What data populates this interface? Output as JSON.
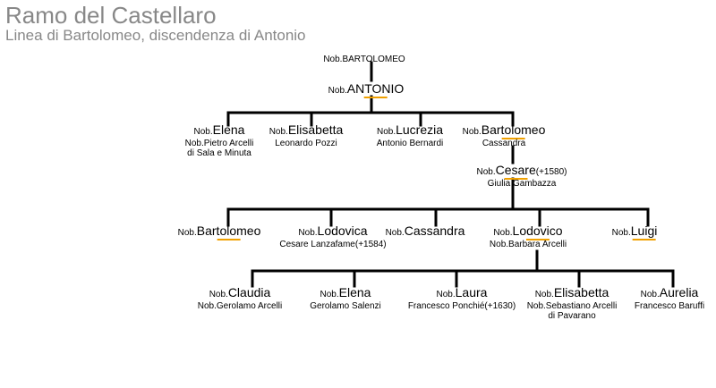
{
  "title": "Ramo del Castellaro",
  "subtitle": "Linea di Bartolomeo, discendenza di Antonio",
  "marker_color": "#f0a000",
  "line_color": "#000000",
  "nodes": [
    {
      "id": "bartolomeo-root",
      "prefix": "Nob.",
      "name": "BARTOLOMEO",
      "dates": "",
      "spouse": [],
      "has_descendants": false
    },
    {
      "id": "antonio",
      "prefix": "Nob.",
      "name": "ANTONIO",
      "dates": "",
      "spouse": [],
      "has_descendants": true
    },
    {
      "id": "elena-1",
      "prefix": "Nob.",
      "name": "Elena",
      "dates": "",
      "spouse": [
        "Nob.Pietro Arcelli",
        "di Sala e Minuta"
      ],
      "has_descendants": false
    },
    {
      "id": "elisabetta-1",
      "prefix": "Nob.",
      "name": "Elisabetta",
      "dates": "",
      "spouse": [
        "Leonardo Pozzi"
      ],
      "has_descendants": false
    },
    {
      "id": "lucrezia",
      "prefix": "Nob.",
      "name": "Lucrezia",
      "dates": "",
      "spouse": [
        "Antonio Bernardi"
      ],
      "has_descendants": false
    },
    {
      "id": "bartolomeo-2",
      "prefix": "Nob.",
      "name": "Bartolomeo",
      "dates": "",
      "spouse": [
        "Cassandra"
      ],
      "has_descendants": true
    },
    {
      "id": "cesare",
      "prefix": "Nob.",
      "name": "Cesare",
      "dates": "(+1580)",
      "spouse": [
        "Giulia Gambazza"
      ],
      "has_descendants": true
    },
    {
      "id": "bartolomeo-3",
      "prefix": "Nob.",
      "name": "Bartolomeo",
      "dates": "",
      "spouse": [],
      "has_descendants": true
    },
    {
      "id": "lodovica",
      "prefix": "Nob.",
      "name": "Lodovica",
      "dates": "",
      "spouse": [
        "Cesare Lanzafame(+1584)"
      ],
      "has_descendants": false
    },
    {
      "id": "cassandra",
      "prefix": "Nob.",
      "name": "Cassandra",
      "dates": "",
      "spouse": [],
      "has_descendants": false
    },
    {
      "id": "lodovico",
      "prefix": "Nob.",
      "name": "Lodovico",
      "dates": "",
      "spouse": [
        "Nob.Barbara Arcelli"
      ],
      "has_descendants": true
    },
    {
      "id": "luigi",
      "prefix": "Nob.",
      "name": "Luigi",
      "dates": "",
      "spouse": [],
      "has_descendants": true
    },
    {
      "id": "claudia",
      "prefix": "Nob.",
      "name": "Claudia",
      "dates": "",
      "spouse": [
        "Nob.Gerolamo Arcelli"
      ],
      "has_descendants": false
    },
    {
      "id": "elena-2",
      "prefix": "Nob.",
      "name": "Elena",
      "dates": "",
      "spouse": [
        "Gerolamo Salenzi"
      ],
      "has_descendants": false
    },
    {
      "id": "laura",
      "prefix": "Nob.",
      "name": "Laura",
      "dates": "",
      "spouse": [
        "Francesco Ponchié(+1630)"
      ],
      "has_descendants": false
    },
    {
      "id": "elisabetta-2",
      "prefix": "Nob.",
      "name": "Elisabetta",
      "dates": "",
      "spouse": [
        "Nob.Sebastiano Arcelli",
        "di Pavarano"
      ],
      "has_descendants": false
    },
    {
      "id": "aurelia",
      "prefix": "Nob.",
      "name": "Aurelia",
      "dates": "",
      "spouse": [
        "Francesco Baruffi"
      ],
      "has_descendants": false
    }
  ],
  "edges": [
    {
      "parent": "bartolomeo-root",
      "children": [
        "antonio"
      ]
    },
    {
      "parent": "antonio",
      "children": [
        "elena-1",
        "elisabetta-1",
        "lucrezia",
        "bartolomeo-2"
      ]
    },
    {
      "parent": "bartolomeo-2",
      "children": [
        "cesare"
      ]
    },
    {
      "parent": "cesare",
      "children": [
        "bartolomeo-3",
        "lodovica",
        "cassandra",
        "lodovico",
        "luigi"
      ]
    },
    {
      "parent": "lodovico",
      "children": [
        "claudia",
        "elena-2",
        "laura",
        "elisabetta-2",
        "aurelia"
      ]
    }
  ]
}
